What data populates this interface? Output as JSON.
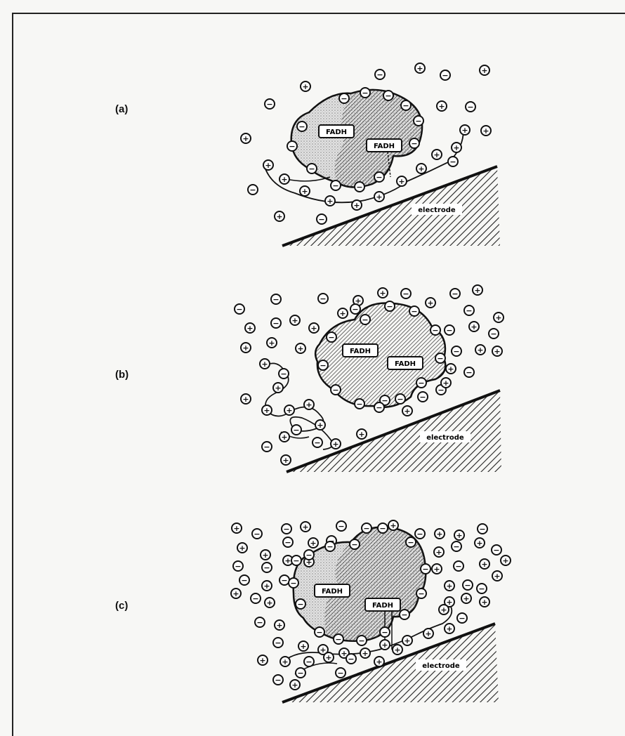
{
  "panels": [
    {
      "id": "a",
      "label": "(a)",
      "enzyme_labels": [
        "FADH",
        "FADH"
      ],
      "electrode_label": "electrode"
    },
    {
      "id": "b",
      "label": "(b)",
      "enzyme_labels": [
        "FADH",
        "FADH"
      ],
      "electrode_label": "electrode"
    },
    {
      "id": "c",
      "label": "(c)",
      "enzyme_labels": [
        "FADH",
        "FADH"
      ],
      "electrode_label": "electrode"
    }
  ],
  "symbols": {
    "negative": "−",
    "positive": "+"
  }
}
